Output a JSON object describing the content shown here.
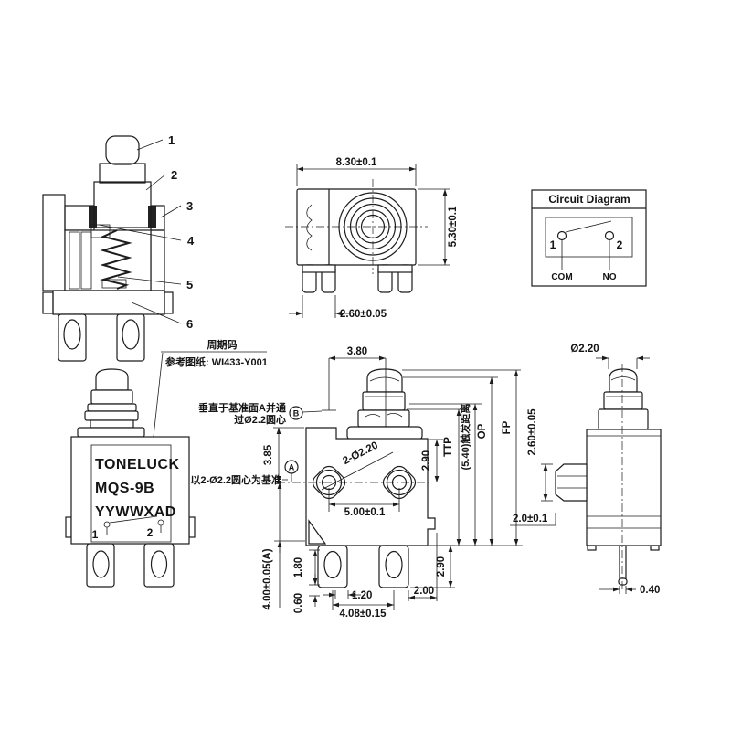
{
  "colors": {
    "background": "#ffffff",
    "line": "#1c1c1c"
  },
  "section_view": {
    "callouts": [
      "1",
      "2",
      "3",
      "4",
      "5",
      "6"
    ]
  },
  "front_view": {
    "brand": "TONELUCK",
    "model": "MQS-9B",
    "date_code": "YYWWXAD",
    "terminal_left": "1",
    "terminal_right": "2"
  },
  "notes": {
    "period_code": "周期码",
    "reference_drawing": "参考图纸: WI433-Y001",
    "datum_b_note_line1": "垂直于基准面A并通",
    "datum_b_note_line2": "过Ø2.2圆心",
    "datum_b": "B",
    "datum_a_note": "以2-Ø2.2圆心为基准",
    "datum_a": "A"
  },
  "top_view": {
    "dim_width": "8.30±0.1",
    "dim_depth": "5.30±0.1",
    "dim_terminal_width": "2.60±0.05"
  },
  "circuit_diagram": {
    "title": "Circuit Diagram",
    "pin_left": "1",
    "pin_right": "2",
    "label_left": "COM",
    "label_right": "NO"
  },
  "side_view": {
    "dim_plunger_offset": "3.80",
    "dim_body_top_to_holes": "3.85",
    "dim_holes": "2-Ø2.20",
    "dim_hole_spacing": "5.00±0.1",
    "dim_shoulder_to_holes": "2.90",
    "dim_ttp": "TTP",
    "dim_trigger_ref": "(5.40)触发距离",
    "dim_op": "OP",
    "dim_fp": "FP",
    "dim_holes_to_base": "4.00±0.05(A)",
    "dim_terminal_h": "1.80",
    "dim_terminal_tip": "0.60",
    "dim_terminal_w": "1.20",
    "dim_terminal_spacing": "4.08±0.15",
    "dim_terminal_to_edge": "2.00",
    "dim_terminal_height_right": "2.90"
  },
  "right_view": {
    "dim_plunger_dia": "Ø2.20",
    "dim_knob_height": "2.60±0.05",
    "dim_lower_band": "2.0±0.1",
    "dim_pin_width": "0.40"
  }
}
